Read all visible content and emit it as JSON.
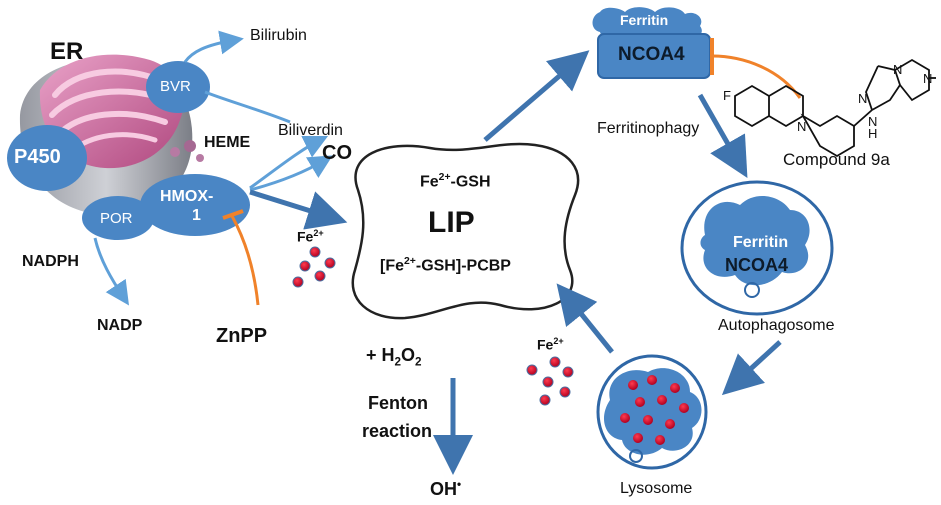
{
  "er": {
    "title": "ER",
    "p450": "P450",
    "bvr": "BVR",
    "por": "POR",
    "hmox_line1": "HMOX-",
    "hmox_line2": "1"
  },
  "heme": "HEME",
  "bilirubin": "Bilirubin",
  "biliverdin": "Biliverdin",
  "co": "CO",
  "nadph": "NADPH",
  "nadp": "NADP",
  "znpp": "ZnPP",
  "iron_label": {
    "base": "Fe",
    "charge": "2+"
  },
  "lip": {
    "fe_gsh": {
      "base": "Fe",
      "charge": "2+",
      "suffix": "-GSH"
    },
    "title": "LIP",
    "complex": {
      "prefix": "[Fe",
      "charge": "2+",
      "suffix": "-GSH]-PCBP"
    }
  },
  "fenton": {
    "h2o2_prefix": "+ H",
    "h2o2_sub1": "2",
    "h2o2_mid": "O",
    "h2o2_sub2": "2",
    "line1": "Fenton",
    "line2": "reaction",
    "product": "OH",
    "radical": "•"
  },
  "ferritin_top": {
    "ferritin": "Ferritin",
    "ncoa4": "NCOA4"
  },
  "ferritinophagy": "Ferritinophagy",
  "compound": {
    "name": "Compound 9a",
    "f": "F",
    "n1": "N",
    "n2": "N",
    "nh": "H",
    "n3": "N",
    "n4": "N",
    "n5": "N"
  },
  "autophagosome": {
    "ferritin": "Ferritin",
    "ncoa4": "NCOA4",
    "label": "Autophagosome"
  },
  "lysosome": "Lysosome",
  "colors": {
    "blue": "#4a86c5",
    "dark_blue": "#2f67a6",
    "arrow": "#3f74ae",
    "light_arrow": "#5fa0d8",
    "orange": "#f0822a",
    "red": "#c8102e",
    "pink": "#d86aa6"
  }
}
